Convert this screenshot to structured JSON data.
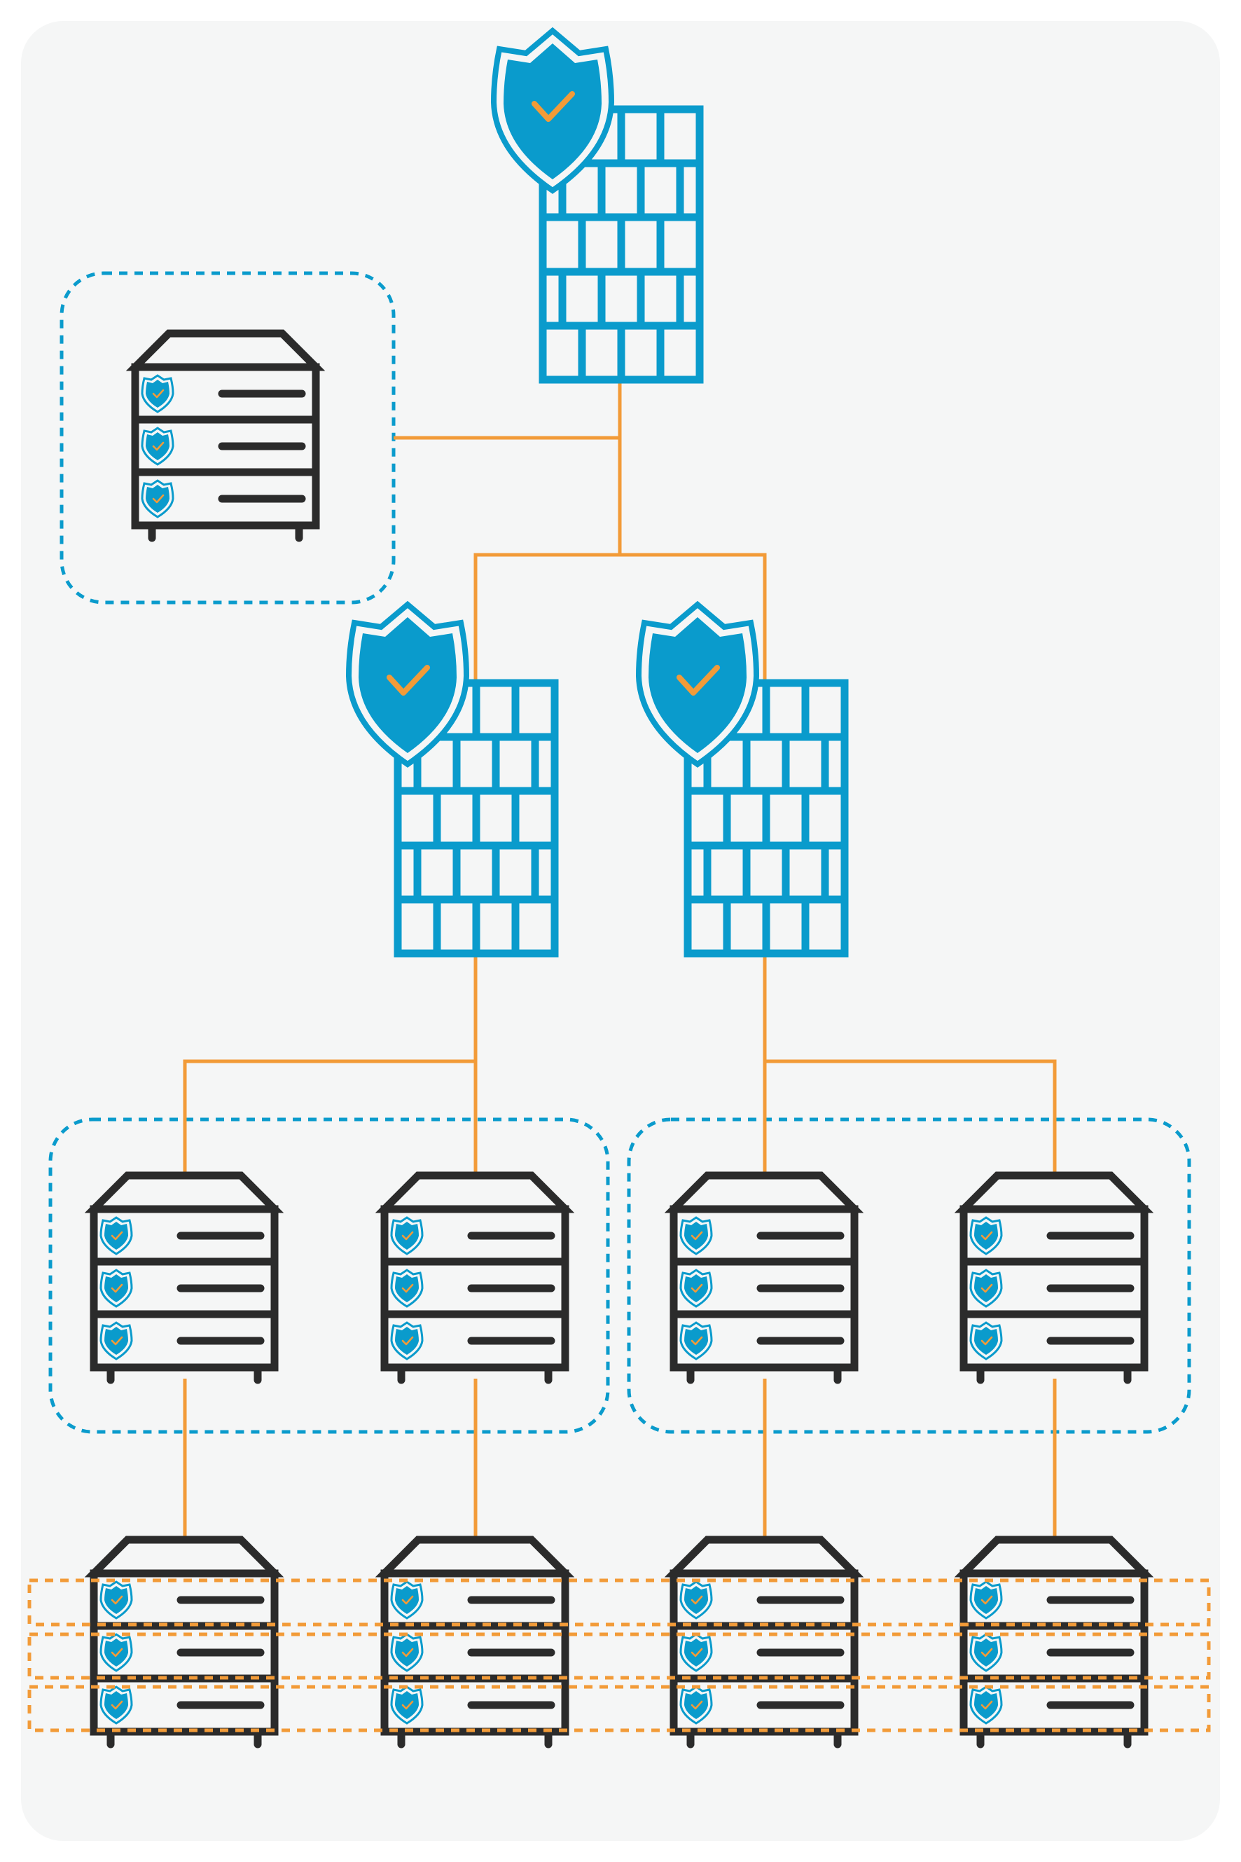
{
  "colors": {
    "card_background": "#f5f6f6",
    "accent_blue": "#0a9bcc",
    "accent_orange": "#f29b38",
    "dark_outline": "#2b2b2b",
    "server_fill": "#f5f6f6"
  },
  "icons": {
    "firewall": "firewall-brick-wall-icon",
    "shield": "shield-check-icon",
    "server": "server-rack-icon"
  },
  "diagram": {
    "nodes": [
      {
        "id": "fw-root",
        "kind": "firewall",
        "tier": 0
      },
      {
        "id": "srv-side",
        "kind": "server",
        "tier": 0,
        "group": "group-top-left"
      },
      {
        "id": "fw-left",
        "kind": "firewall",
        "tier": 1
      },
      {
        "id": "fw-right",
        "kind": "firewall",
        "tier": 1
      },
      {
        "id": "srv-2a",
        "kind": "server",
        "tier": 2,
        "group": "group-mid-left"
      },
      {
        "id": "srv-2b",
        "kind": "server",
        "tier": 2,
        "group": "group-mid-left"
      },
      {
        "id": "srv-2c",
        "kind": "server",
        "tier": 2,
        "group": "group-mid-right"
      },
      {
        "id": "srv-2d",
        "kind": "server",
        "tier": 2,
        "group": "group-mid-right"
      },
      {
        "id": "srv-3a",
        "kind": "server",
        "tier": 3,
        "group": "group-bottom-row"
      },
      {
        "id": "srv-3b",
        "kind": "server",
        "tier": 3,
        "group": "group-bottom-row"
      },
      {
        "id": "srv-3c",
        "kind": "server",
        "tier": 3,
        "group": "group-bottom-row"
      },
      {
        "id": "srv-3d",
        "kind": "server",
        "tier": 3,
        "group": "group-bottom-row"
      }
    ],
    "edges": [
      {
        "from": "fw-root",
        "to": "srv-side"
      },
      {
        "from": "fw-root",
        "to": "fw-left"
      },
      {
        "from": "fw-root",
        "to": "fw-right"
      },
      {
        "from": "fw-left",
        "to": "srv-2a"
      },
      {
        "from": "fw-left",
        "to": "srv-2b"
      },
      {
        "from": "fw-right",
        "to": "srv-2c"
      },
      {
        "from": "fw-right",
        "to": "srv-2d"
      },
      {
        "from": "srv-2a",
        "to": "srv-3a"
      },
      {
        "from": "srv-2b",
        "to": "srv-3b"
      },
      {
        "from": "srv-2c",
        "to": "srv-3c"
      },
      {
        "from": "srv-2d",
        "to": "srv-3d"
      }
    ],
    "groups": [
      {
        "id": "group-top-left",
        "style": "dashed-blue"
      },
      {
        "id": "group-mid-left",
        "style": "dashed-blue"
      },
      {
        "id": "group-mid-right",
        "style": "dashed-blue"
      },
      {
        "id": "group-bottom-row",
        "style": "dashed-orange-rows"
      }
    ]
  }
}
